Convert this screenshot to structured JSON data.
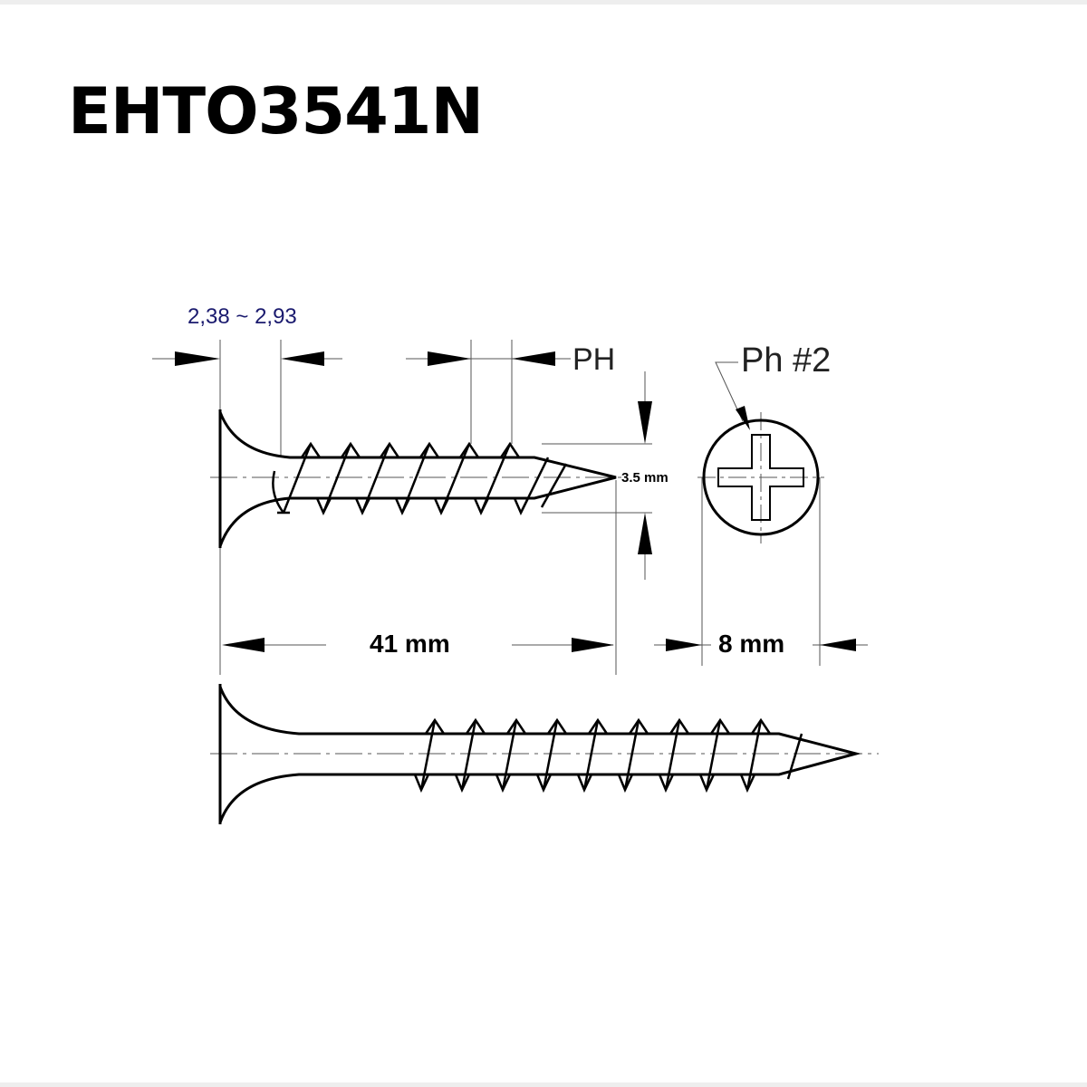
{
  "title": "EHTO3541N",
  "labels": {
    "head_thickness": "2,38 ~ 2,93",
    "pitch": "PH",
    "drive": "Ph #2",
    "diameter": "3.5 mm",
    "length": "41 mm",
    "head_diameter": "8 mm"
  },
  "colors": {
    "head_thickness_text": "#1a1a6e",
    "line": "#000000"
  }
}
